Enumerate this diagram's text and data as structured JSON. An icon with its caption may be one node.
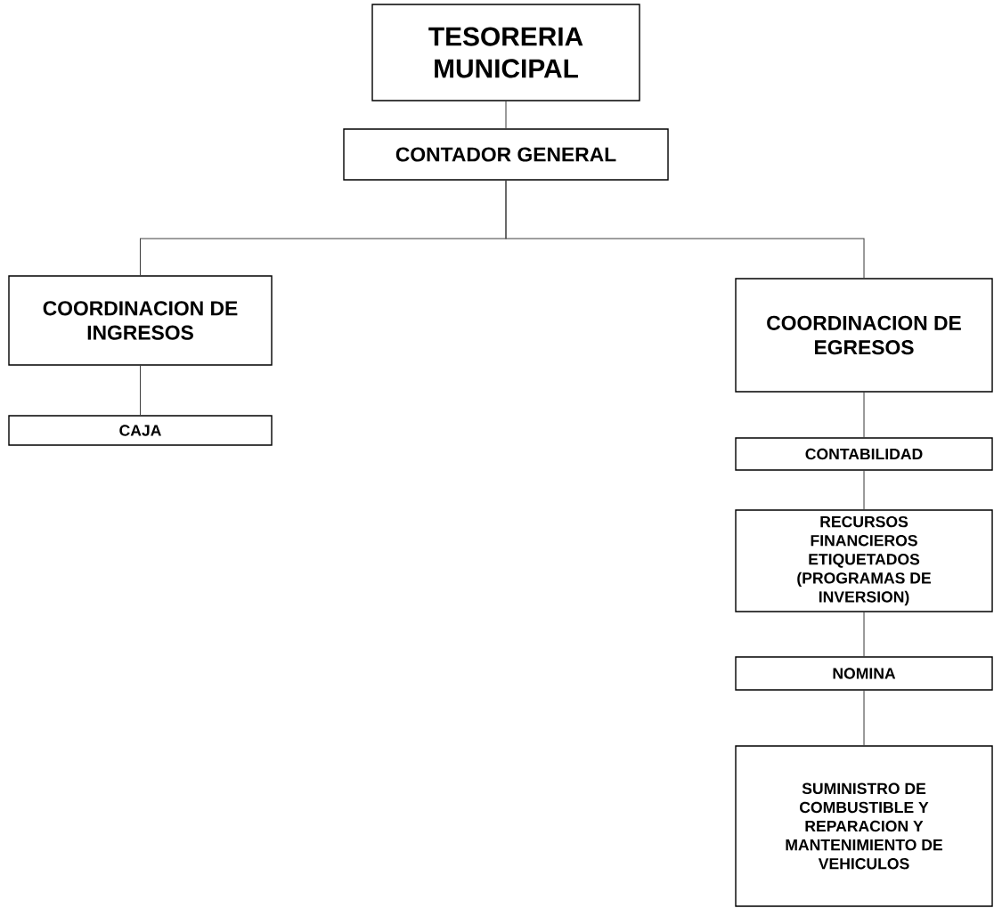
{
  "diagram": {
    "nodes": [
      {
        "text": [
          "TESORERIA MUNICIPAL"
        ]
      },
      {
        "text": [
          "CONTADOR GENERAL"
        ]
      },
      {
        "text": [
          "COORDINACION DE INGRESOS"
        ]
      },
      {
        "text": [
          "CAJA"
        ]
      },
      {
        "text": [
          "COORDINACION DE EGRESOS"
        ]
      },
      {
        "text": [
          "CONTABILIDAD"
        ]
      },
      {
        "text": [
          "RECURSOS FINANCIEROS ETIQUETADOS (PROGRAMAS DE INVERSION)"
        ]
      },
      {
        "text": [
          "NOMINA"
        ]
      },
      {
        "text": [
          "SUMINISTRO DE COMBUSTIBLE Y REPARACION Y MANTENIMIENTO DE VEHICULOS"
        ]
      }
    ],
    "edges": [
      {
        "from": 0,
        "to": 1,
        "arrow": "none"
      },
      {
        "from": 1,
        "to": 2,
        "arrow": "none"
      },
      {
        "from": 1,
        "to": 4,
        "arrow": "none"
      },
      {
        "from": 2,
        "to": 3,
        "arrow": "none"
      },
      {
        "from": 4,
        "to": 5,
        "arrow": "none"
      },
      {
        "from": 5,
        "to": 6,
        "arrow": "none"
      },
      {
        "from": 6,
        "to": 7,
        "arrow": "none"
      },
      {
        "from": 7,
        "to": 8,
        "arrow": "none"
      }
    ]
  }
}
